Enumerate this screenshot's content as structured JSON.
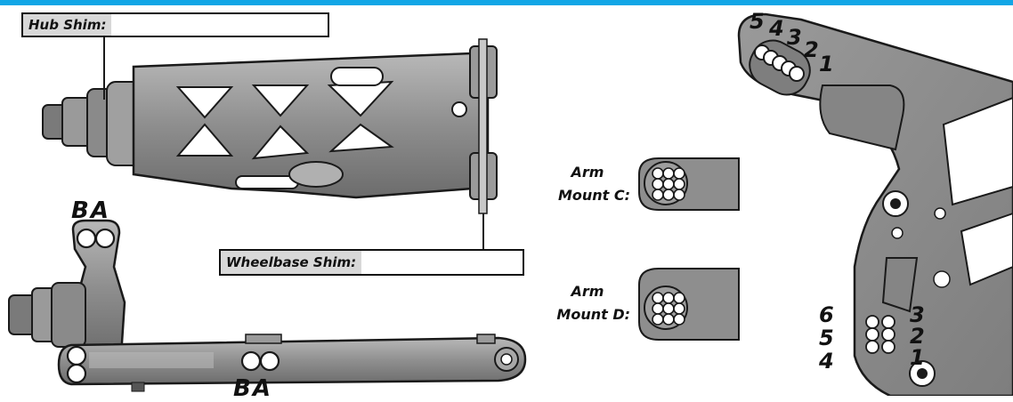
{
  "hub_shim": {
    "label": "Hub Shim:",
    "value": ""
  },
  "wheelbase_shim": {
    "label": "Wheelbase Shim:",
    "value": ""
  },
  "arm_mount_c": {
    "line1": "Arm",
    "line2": "Mount C:"
  },
  "arm_mount_d": {
    "line1": "Arm",
    "line2": "Mount D:"
  },
  "upright_top_letters": "BA",
  "upright_bottom_letters": "BA",
  "tower_top_numbers": [
    "5",
    "4",
    "3",
    "2",
    "1"
  ],
  "tower_left_numbers": [
    "6",
    "5",
    "4"
  ],
  "tower_right_numbers": [
    "3",
    "2",
    "1"
  ],
  "colors": {
    "accent": "#11a6e6",
    "part": "#8a8a8a",
    "outline": "#1a1a1a"
  }
}
